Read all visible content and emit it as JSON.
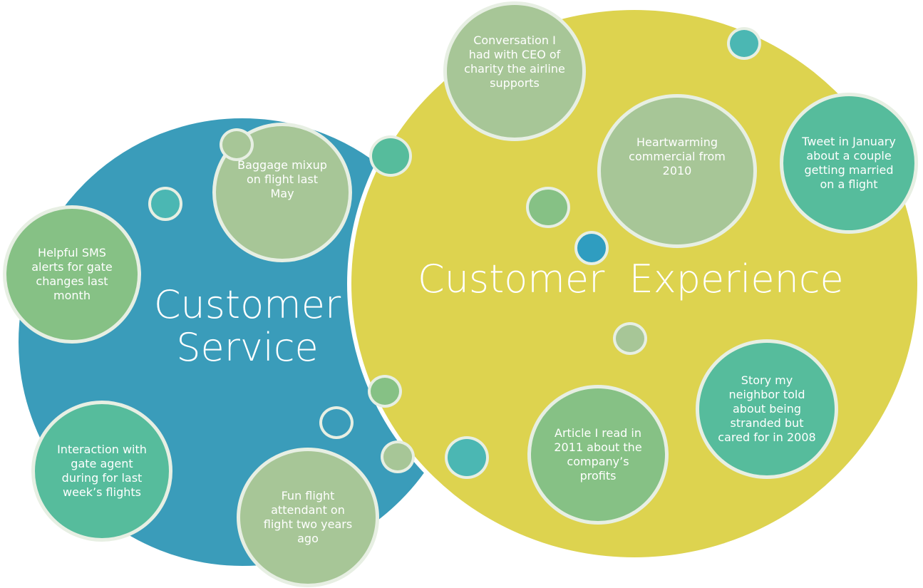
{
  "groups": {
    "service": {
      "title_line1": "Customer",
      "title_line2": "Service",
      "color": "#3a9cba"
    },
    "experience": {
      "title": "Customer  Experience",
      "color": "#ddd34f"
    }
  },
  "bubbles": {
    "baggage": {
      "text": "Baggage mixup on flight last May"
    },
    "sms": {
      "text": "Helpful SMS alerts for gate changes last month"
    },
    "gate_agent": {
      "text": "Interaction with gate agent during for last week’s flights"
    },
    "attendant": {
      "text": "Fun flight attendant on flight two years ago"
    },
    "ceo": {
      "text": "Conversation I had with CEO of charity the airline supports"
    },
    "commercial": {
      "text": "Heartwarming commercial from 2010"
    },
    "tweet": {
      "text": "Tweet in January about a couple getting married on a flight"
    },
    "article": {
      "text": "Article I read in 2011 about the company’s profits"
    },
    "neighbor": {
      "text": "Story my neighbor told about being stranded but cared for in 2008"
    }
  },
  "colors": {
    "bubble_green": "#86c185",
    "bubble_sage": "#a7c697",
    "bubble_teal": "#56bc9c",
    "dot_teal": "#4bb7b3",
    "dot_blue": "#2f9dc0",
    "ring": "#e7efe3"
  }
}
